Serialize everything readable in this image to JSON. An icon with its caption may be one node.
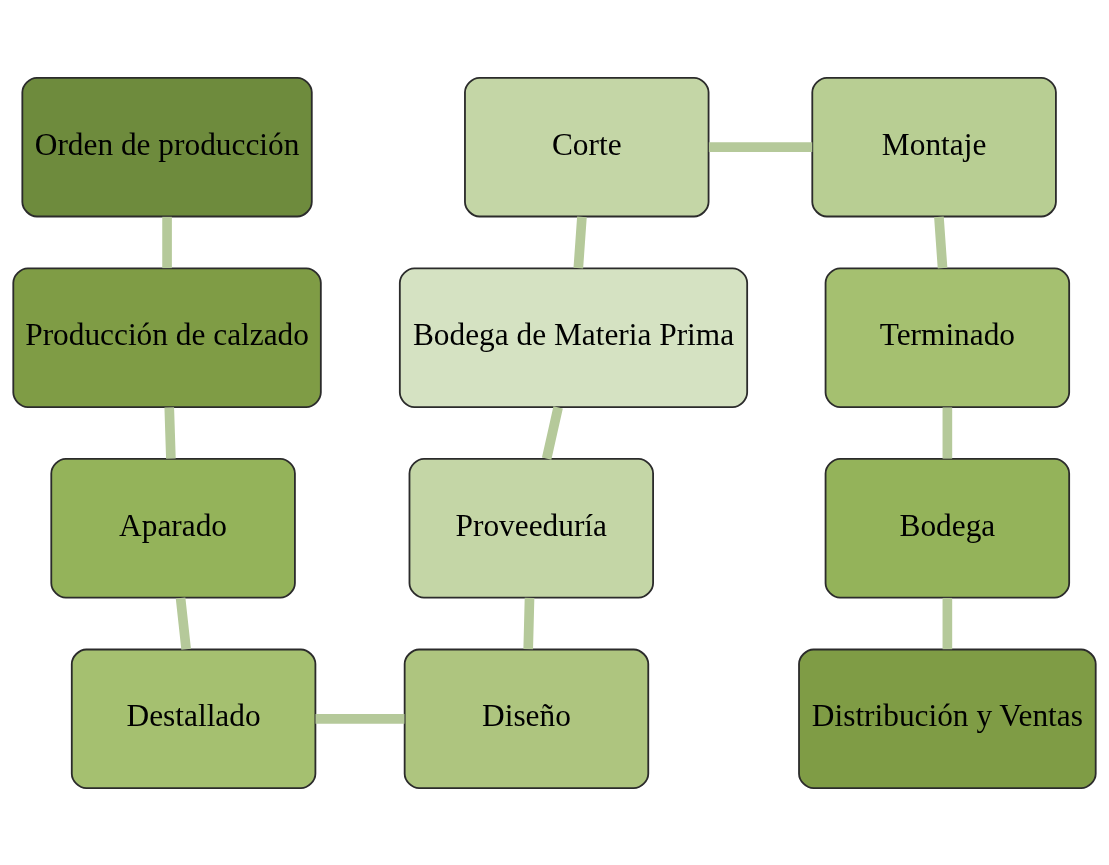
{
  "diagram": {
    "nodes": [
      {
        "text": [
          "Orden de producción"
        ]
      },
      {
        "text": [
          "Producción de calzado"
        ]
      },
      {
        "text": [
          "Aparado"
        ]
      },
      {
        "text": [
          "Destallado"
        ]
      },
      {
        "text": [
          "Diseño"
        ]
      },
      {
        "text": [
          "Proveeduría"
        ]
      },
      {
        "text": [
          "Bodega de Materia Prima"
        ]
      },
      {
        "text": [
          "Corte"
        ]
      },
      {
        "text": [
          "Montaje"
        ]
      },
      {
        "text": [
          "Terminado"
        ]
      },
      {
        "text": [
          "Bodega"
        ]
      },
      {
        "text": [
          "Distribución y Ventas"
        ]
      }
    ],
    "edges": [
      {
        "from": 0,
        "to": 1,
        "arrow": "none"
      },
      {
        "from": 1,
        "to": 2,
        "arrow": "none"
      },
      {
        "from": 2,
        "to": 3,
        "arrow": "none"
      },
      {
        "from": 3,
        "to": 4,
        "arrow": "none"
      },
      {
        "from": 4,
        "to": 5,
        "arrow": "none"
      },
      {
        "from": 5,
        "to": 6,
        "arrow": "none"
      },
      {
        "from": 6,
        "to": 7,
        "arrow": "none"
      },
      {
        "from": 7,
        "to": 8,
        "arrow": "none"
      },
      {
        "from": 8,
        "to": 9,
        "arrow": "none"
      },
      {
        "from": 9,
        "to": 10,
        "arrow": "none"
      },
      {
        "from": 10,
        "to": 11,
        "arrow": "none"
      }
    ]
  }
}
